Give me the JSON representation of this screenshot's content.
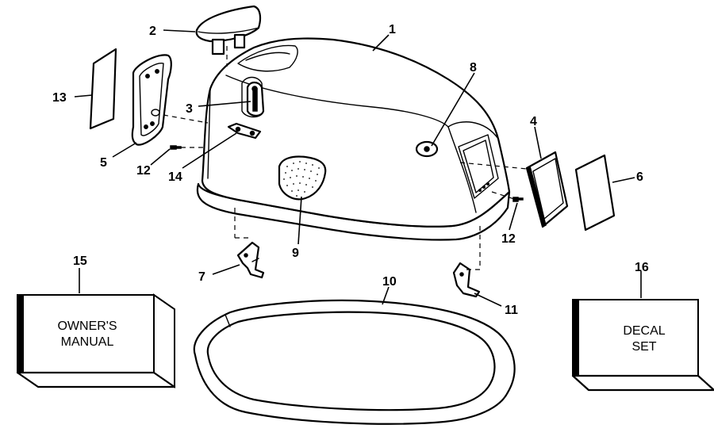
{
  "callouts": {
    "c1": "1",
    "c2": "2",
    "c3": "3",
    "c4": "4",
    "c5": "5",
    "c6": "6",
    "c7": "7",
    "c8": "8",
    "c9": "9",
    "c10": "10",
    "c11": "11",
    "c12a": "12",
    "c12b": "12",
    "c13": "13",
    "c14": "14",
    "c15": "15",
    "c16": "16"
  },
  "boxes": {
    "owners_manual": {
      "line1": "OWNER'S",
      "line2": "MANUAL"
    },
    "decal_set": {
      "line1": "DECAL",
      "line2": "SET"
    }
  }
}
